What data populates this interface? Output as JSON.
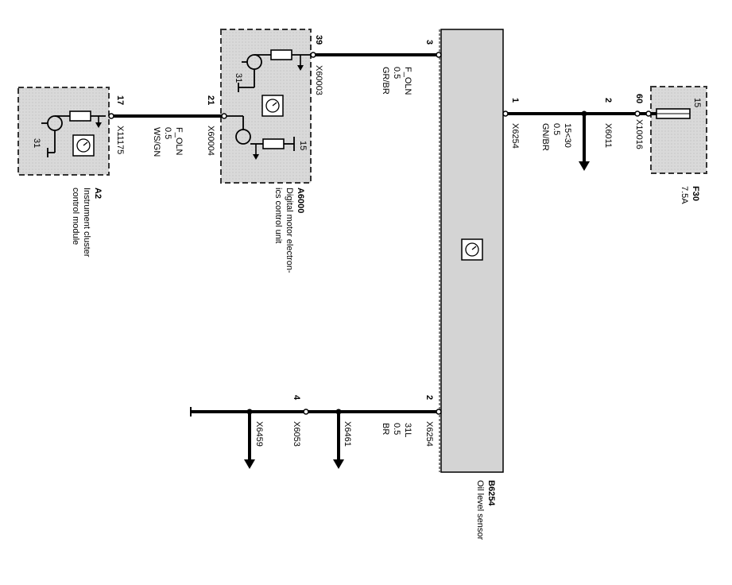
{
  "diagram": {
    "components": {
      "instrument_cluster": {
        "id": "A2",
        "name_line1": "Instrument cluster",
        "name_line2": "control module",
        "ground": "31"
      },
      "dme": {
        "id": "A6000",
        "name_line1": "Digital motor electron-",
        "name_line2": "ics control unit",
        "ground": "31",
        "pin_15": "15"
      },
      "oil_sensor": {
        "id": "B6254",
        "name": "Oil level sensor"
      },
      "fuse": {
        "id": "F30",
        "rating": "7.5A",
        "pin": "15"
      }
    },
    "pins": {
      "a2_pin": "17",
      "dme_pin_left": "21",
      "dme_pin_top": "39",
      "sensor_pin_3": "3",
      "sensor_pin_1": "1",
      "sensor_pin_2": "2",
      "x6011_pin": "2",
      "fuse_pin": "60",
      "x6053_pin": "4"
    },
    "connectors": {
      "x11175": "X11175",
      "x60004": "X60004",
      "x60003": "X60003",
      "x6254_top": "X6254",
      "x6011": "X6011",
      "x10016": "X10016",
      "x6254_bottom": "X6254",
      "x6461": "X6461",
      "x6053": "X6053",
      "x6459": "X6459"
    },
    "wires": {
      "a2_dme": {
        "signal": "F_OLN",
        "size": "0.5",
        "color": "WS/GN"
      },
      "dme_sensor": {
        "signal": "F_OLN",
        "size": "0.5",
        "color": "GR/BR"
      },
      "fuse_sensor": {
        "signal": "15<30",
        "size": "0.5",
        "color": "GN/BR"
      },
      "sensor_ground": {
        "signal": "31L",
        "size": "0.5",
        "color": "BR"
      }
    }
  }
}
